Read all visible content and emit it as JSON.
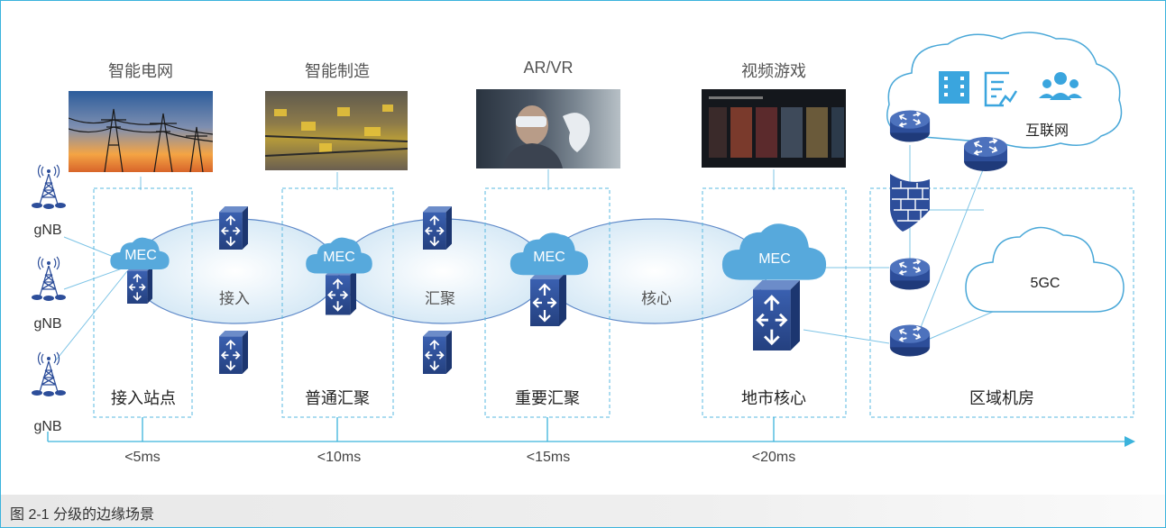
{
  "top_labels": {
    "smart_grid": "智能电网",
    "smart_mfg": "智能制造",
    "arvr": "AR/VR",
    "video_game": "视频游戏"
  },
  "station_label": "gNB",
  "mec_label": "MEC",
  "layers": {
    "access": "接入",
    "aggregation": "汇聚",
    "core": "核心"
  },
  "zones": {
    "access_site": "接入站点",
    "normal_agg": "普通汇聚",
    "important_agg": "重要汇聚",
    "metro_core": "地市核心",
    "regional_dc": "区域机房"
  },
  "latency": {
    "l1": "<5ms",
    "l2": "<10ms",
    "l3": "<15ms",
    "l4": "<20ms"
  },
  "internet": "互联网",
  "core_5gc": "5GC",
  "caption": "图 2-1 分级的边缘场景",
  "colors": {
    "accent": "#3bb3dc",
    "device": "#2d4e9a",
    "cloud": "#57a9dc",
    "oval": "#d7eaf7"
  },
  "icons": [
    "tower-icon",
    "switch-icon",
    "router-icon",
    "firewall-icon",
    "film-icon",
    "report-icon",
    "users-icon"
  ]
}
